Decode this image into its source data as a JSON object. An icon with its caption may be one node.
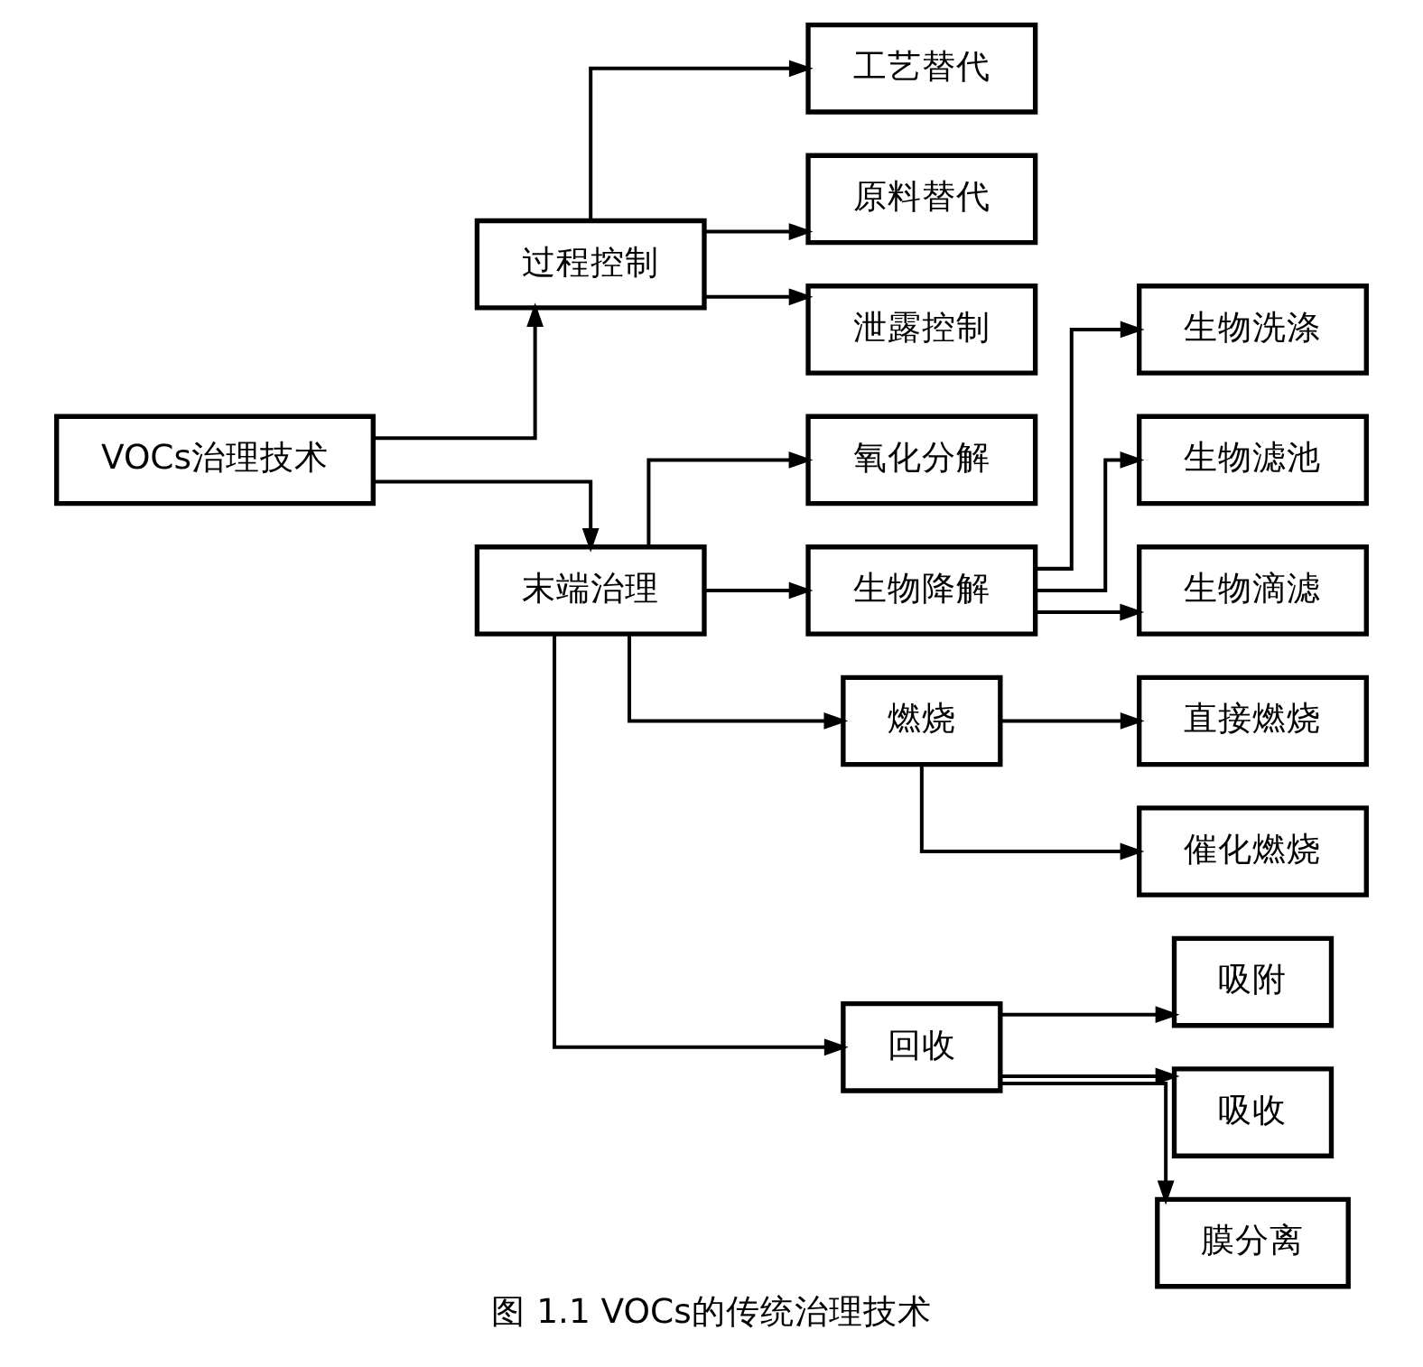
{
  "diagram": {
    "caption": "图 1.1 VOCs的传统治理技术",
    "nodes": [
      {
        "text": [
          "VOCs治理技术"
        ]
      },
      {
        "text": [
          "过程控制"
        ]
      },
      {
        "text": [
          "工艺替代"
        ]
      },
      {
        "text": [
          "原料替代"
        ]
      },
      {
        "text": [
          "泄露控制"
        ]
      },
      {
        "text": [
          "末端治理"
        ]
      },
      {
        "text": [
          "氧化分解"
        ]
      },
      {
        "text": [
          "生物降解"
        ]
      },
      {
        "text": [
          "生物洗涤"
        ]
      },
      {
        "text": [
          "生物滤池"
        ]
      },
      {
        "text": [
          "生物滴滤"
        ]
      },
      {
        "text": [
          "燃烧"
        ]
      },
      {
        "text": [
          "直接燃烧"
        ]
      },
      {
        "text": [
          "催化燃烧"
        ]
      },
      {
        "text": [
          "回收"
        ]
      },
      {
        "text": [
          "吸附"
        ]
      },
      {
        "text": [
          "吸收"
        ]
      },
      {
        "text": [
          "膜分离"
        ]
      }
    ],
    "edges": [
      {
        "from": 0,
        "to": 1,
        "arrow": "to"
      },
      {
        "from": 0,
        "to": 5,
        "arrow": "to"
      },
      {
        "from": 1,
        "to": 2,
        "arrow": "to"
      },
      {
        "from": 1,
        "to": 3,
        "arrow": "to"
      },
      {
        "from": 1,
        "to": 4,
        "arrow": "to"
      },
      {
        "from": 5,
        "to": 6,
        "arrow": "to"
      },
      {
        "from": 5,
        "to": 7,
        "arrow": "to"
      },
      {
        "from": 5,
        "to": 11,
        "arrow": "to"
      },
      {
        "from": 5,
        "to": 14,
        "arrow": "to"
      },
      {
        "from": 7,
        "to": 8,
        "arrow": "to"
      },
      {
        "from": 7,
        "to": 9,
        "arrow": "to"
      },
      {
        "from": 7,
        "to": 10,
        "arrow": "to"
      },
      {
        "from": 11,
        "to": 12,
        "arrow": "to"
      },
      {
        "from": 11,
        "to": 13,
        "arrow": "to"
      },
      {
        "from": 14,
        "to": 15,
        "arrow": "to"
      },
      {
        "from": 14,
        "to": 16,
        "arrow": "to"
      },
      {
        "from": 14,
        "to": 17,
        "arrow": "to"
      }
    ]
  }
}
